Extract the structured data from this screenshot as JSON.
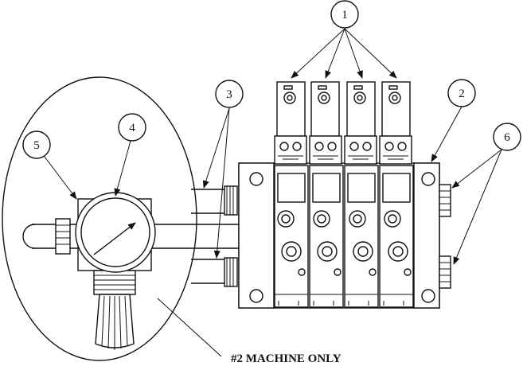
{
  "callouts": [
    {
      "id": "1",
      "label": "1"
    },
    {
      "id": "2",
      "label": "2"
    },
    {
      "id": "3",
      "label": "3"
    },
    {
      "id": "4",
      "label": "4"
    },
    {
      "id": "5",
      "label": "5"
    },
    {
      "id": "6",
      "label": "6"
    }
  ],
  "note": "#2 MACHINE ONLY"
}
